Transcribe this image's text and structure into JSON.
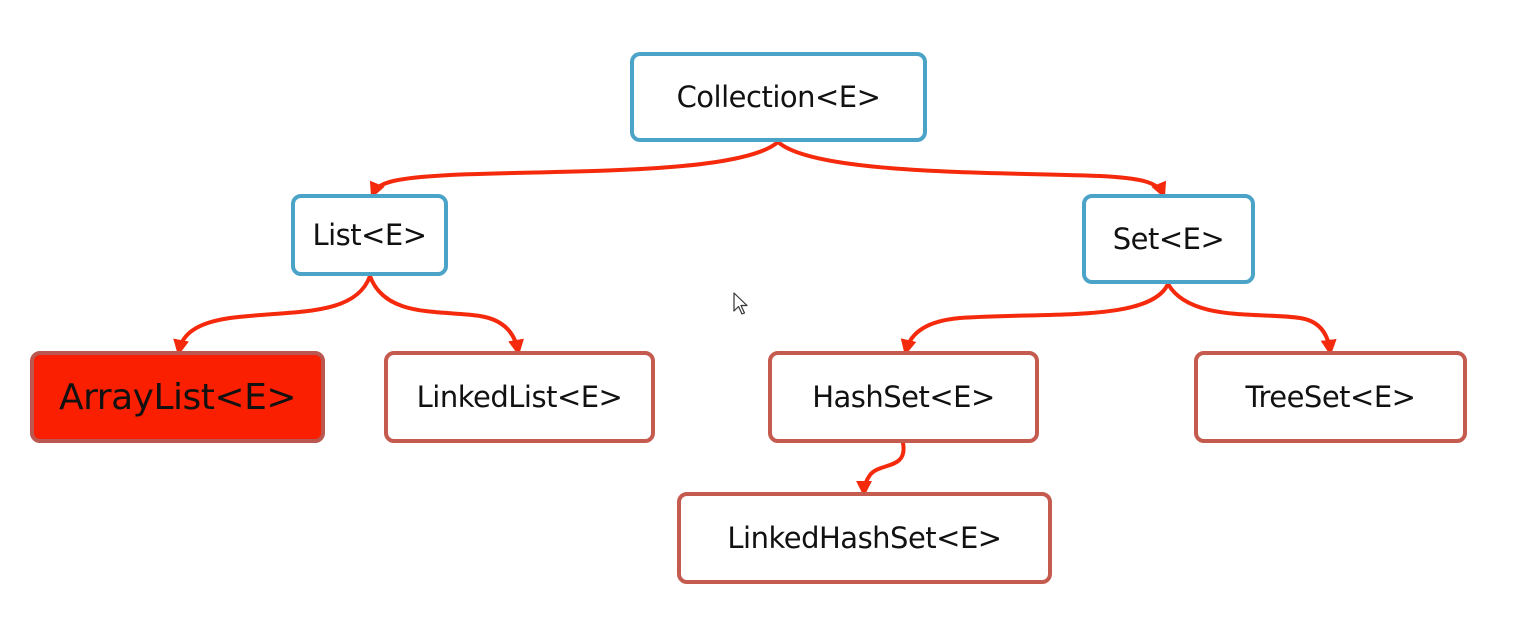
{
  "diagram": {
    "nodes": {
      "collection": "Collection<E>",
      "list": "List<E>",
      "set": "Set<E>",
      "arraylist": "ArrayList<E>",
      "linkedlist": "LinkedList<E>",
      "hashset": "HashSet<E>",
      "treeset": "TreeSet<E>",
      "linkedhashset": "LinkedHashSet<E>"
    },
    "edges": [
      {
        "from": "collection",
        "to": "list"
      },
      {
        "from": "collection",
        "to": "set"
      },
      {
        "from": "list",
        "to": "arraylist"
      },
      {
        "from": "list",
        "to": "linkedlist"
      },
      {
        "from": "set",
        "to": "hashset"
      },
      {
        "from": "set",
        "to": "treeset"
      },
      {
        "from": "hashset",
        "to": "linkedhashset"
      }
    ],
    "colors": {
      "interface_border": "#4ba3c8",
      "impl_border": "#c55a4e",
      "highlight_fill": "#fa1f00",
      "arrow": "#f52a0c"
    },
    "highlighted_node": "arraylist"
  }
}
